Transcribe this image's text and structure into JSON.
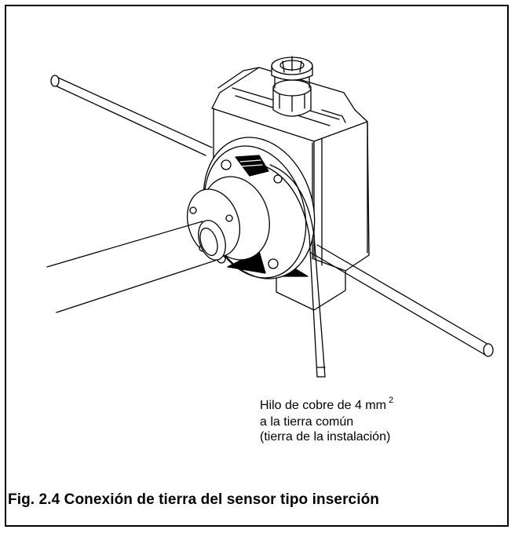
{
  "figure": {
    "caption": "Fig. 2.4  Conexión de tierra del sensor tipo inserción"
  },
  "annotation": {
    "line1": "Hilo de cobre de 4 mm",
    "superscript": "2",
    "line2": "a la tierra común",
    "line3": "(tierra de la instalación)"
  }
}
